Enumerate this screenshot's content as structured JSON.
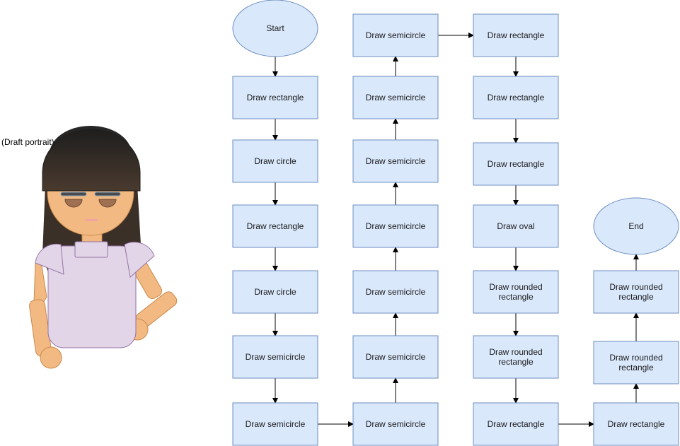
{
  "portrait": {
    "caption": "(Draft portrait)"
  },
  "flowchart": {
    "colors": {
      "fill": "#dae8fc",
      "stroke": "#6c8ebf",
      "arrow": "#000000"
    },
    "nodes": [
      {
        "id": "n1",
        "shape": "ellipse",
        "label": "Start"
      },
      {
        "id": "n2",
        "shape": "rect",
        "label": "Draw rectangle"
      },
      {
        "id": "n3",
        "shape": "rect",
        "label": "Draw circle"
      },
      {
        "id": "n4",
        "shape": "rect",
        "label": "Draw rectangle"
      },
      {
        "id": "n5",
        "shape": "rect",
        "label": "Draw circle"
      },
      {
        "id": "n6",
        "shape": "rect",
        "label": "Draw semicircle"
      },
      {
        "id": "n7",
        "shape": "rect",
        "label": "Draw semicircle"
      },
      {
        "id": "n8",
        "shape": "rect",
        "label": "Draw semicircle"
      },
      {
        "id": "n9",
        "shape": "rect",
        "label": "Draw semicircle"
      },
      {
        "id": "n10",
        "shape": "rect",
        "label": "Draw semicircle"
      },
      {
        "id": "n11",
        "shape": "rect",
        "label": "Draw semicircle"
      },
      {
        "id": "n12",
        "shape": "rect",
        "label": "Draw semicircle"
      },
      {
        "id": "n13",
        "shape": "rect",
        "label": "Draw semicircle"
      },
      {
        "id": "n14",
        "shape": "rect",
        "label": "Draw semicircle"
      },
      {
        "id": "n15",
        "shape": "rect",
        "label": "Draw rectangle"
      },
      {
        "id": "n16",
        "shape": "rect",
        "label": "Draw rectangle"
      },
      {
        "id": "n17",
        "shape": "rect",
        "label": "Draw rectangle"
      },
      {
        "id": "n18",
        "shape": "rect",
        "label": "Draw oval"
      },
      {
        "id": "n19",
        "shape": "rect",
        "label": "Draw rounded rectangle"
      },
      {
        "id": "n20",
        "shape": "rect",
        "label": "Draw rounded rectangle"
      },
      {
        "id": "n21",
        "shape": "rect",
        "label": "Draw rectangle"
      },
      {
        "id": "n22",
        "shape": "rect",
        "label": "Draw rectangle"
      },
      {
        "id": "n23",
        "shape": "rect",
        "label": "Draw rounded rectangle"
      },
      {
        "id": "n24",
        "shape": "rect",
        "label": "Draw rounded rectangle"
      },
      {
        "id": "n25",
        "shape": "ellipse",
        "label": "End"
      }
    ],
    "edges": [
      [
        "n1",
        "n2"
      ],
      [
        "n2",
        "n3"
      ],
      [
        "n3",
        "n4"
      ],
      [
        "n4",
        "n5"
      ],
      [
        "n5",
        "n6"
      ],
      [
        "n6",
        "n7"
      ],
      [
        "n7",
        "n8"
      ],
      [
        "n8",
        "n9"
      ],
      [
        "n9",
        "n10"
      ],
      [
        "n10",
        "n11"
      ],
      [
        "n11",
        "n12"
      ],
      [
        "n12",
        "n13"
      ],
      [
        "n13",
        "n14"
      ],
      [
        "n14",
        "n15"
      ],
      [
        "n15",
        "n16"
      ],
      [
        "n16",
        "n17"
      ],
      [
        "n17",
        "n18"
      ],
      [
        "n18",
        "n19"
      ],
      [
        "n19",
        "n20"
      ],
      [
        "n20",
        "n21"
      ],
      [
        "n21",
        "n22"
      ],
      [
        "n22",
        "n23"
      ],
      [
        "n23",
        "n24"
      ],
      [
        "n24",
        "n25"
      ]
    ]
  }
}
